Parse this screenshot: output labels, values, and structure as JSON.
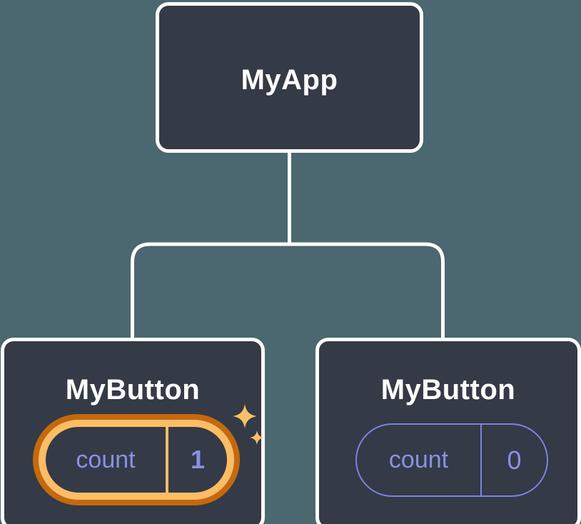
{
  "diagram": {
    "colors": {
      "background": "#4b6770",
      "node_fill": "#343a46",
      "node_border": "#ffffff",
      "connector": "#ffffff",
      "text_primary": "#ffffff",
      "state_text": "#8a90e6",
      "state_stroke": "#7c83e0",
      "highlight_outer": "#c4690f",
      "highlight_inner": "#fbbd66",
      "sparkle": "#fac069"
    },
    "root": {
      "label": "MyApp"
    },
    "children": [
      {
        "label": "MyButton",
        "highlighted": true,
        "state": {
          "key": "count",
          "value": "1"
        }
      },
      {
        "label": "MyButton",
        "highlighted": false,
        "state": {
          "key": "count",
          "value": "0"
        }
      }
    ]
  }
}
